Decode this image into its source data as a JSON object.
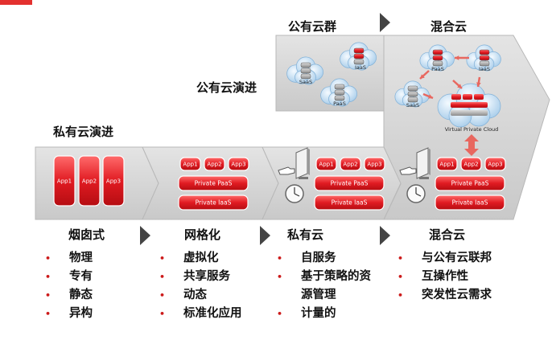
{
  "colors": {
    "accent_red": "#e3312f",
    "pill_red": "#d7151b",
    "chevron_gray": "#d4d4d4",
    "text": "#111111"
  },
  "titles": {
    "public_cloud_group": "公有云群",
    "hybrid_cloud": "混合云",
    "public_cloud_evolution": "公有云演进",
    "private_cloud_evolution": "私有云演进"
  },
  "stages": [
    {
      "pills": [
        "App1",
        "App2",
        "App3"
      ]
    },
    {
      "pills": [
        "App1",
        "App2",
        "App3"
      ],
      "private_paas": "Private PaaS",
      "private_iaas": "Private IaaS"
    },
    {
      "pills": [
        "App1",
        "App2",
        "App3"
      ],
      "private_paas": "Private PaaS",
      "private_iaas": "Private IaaS"
    },
    {
      "pills": [
        "App1",
        "App2",
        "App3"
      ],
      "private_paas": "Private PaaS",
      "private_iaas": "Private IaaS"
    }
  ],
  "public_cloud_nodes": [
    {
      "label": "SaaS"
    },
    {
      "label": "IaaS"
    },
    {
      "label": "PaaS"
    }
  ],
  "hybrid_cloud_nodes": [
    {
      "label": "PaaS"
    },
    {
      "label": "IaaS"
    },
    {
      "label": "SaaS"
    },
    {
      "label": "Virtual Private Cloud"
    }
  ],
  "columns": [
    {
      "heading": "烟囱式",
      "items": [
        "物理",
        "专有",
        "静态",
        "异构"
      ]
    },
    {
      "heading": "网格化",
      "items": [
        "虚拟化",
        "共享服务",
        "动态",
        "标准化应用"
      ]
    },
    {
      "heading": "私有云",
      "items": [
        "自服务",
        "基于策略的资",
        "源管理",
        "计量的"
      ]
    },
    {
      "heading": "混合云",
      "items": [
        "与公有云联邦",
        "互操作性",
        "突发性云需求"
      ]
    }
  ]
}
